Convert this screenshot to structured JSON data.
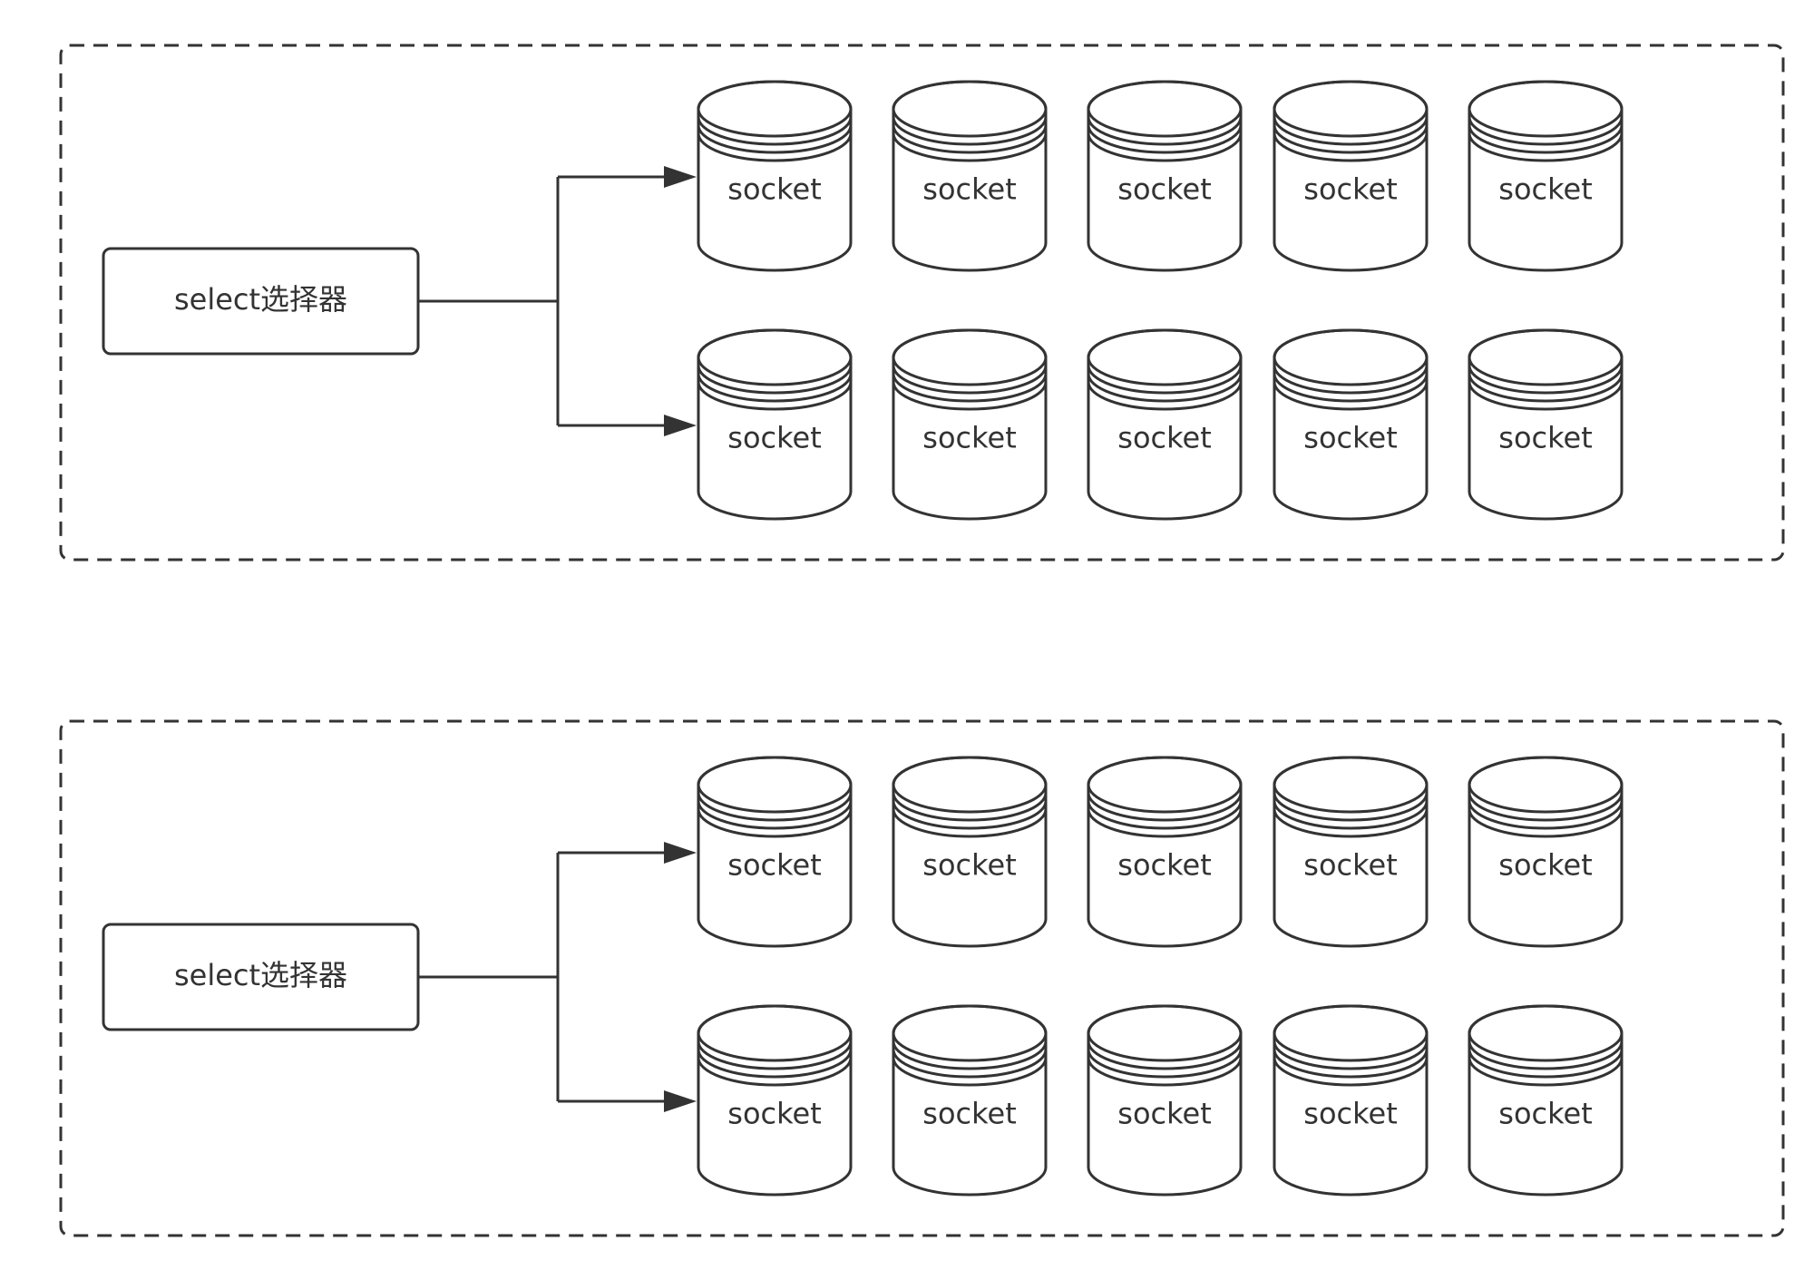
{
  "groups": [
    {
      "selector": {
        "label": "select选择器"
      },
      "socket_rows": [
        [
          "socket",
          "socket",
          "socket",
          "socket",
          "socket"
        ],
        [
          "socket",
          "socket",
          "socket",
          "socket",
          "socket"
        ]
      ]
    },
    {
      "selector": {
        "label": "select选择器"
      },
      "socket_rows": [
        [
          "socket",
          "socket",
          "socket",
          "socket",
          "socket"
        ],
        [
          "socket",
          "socket",
          "socket",
          "socket",
          "socket"
        ]
      ]
    }
  ],
  "colors": {
    "stroke": "#333333",
    "text": "#333333",
    "background": "#ffffff"
  }
}
